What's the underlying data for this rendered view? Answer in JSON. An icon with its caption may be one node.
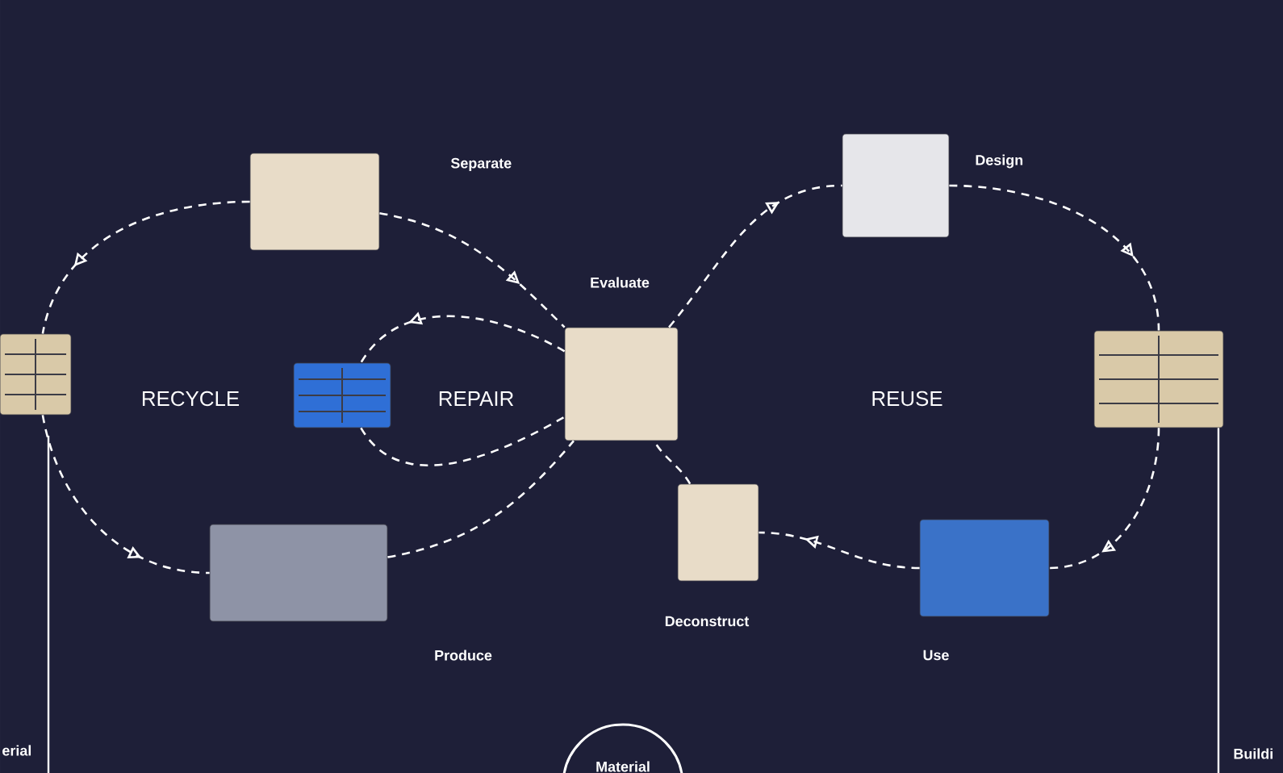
{
  "diagram": {
    "nodes": [
      {
        "text": [
          "Separate"
        ]
      },
      {
        "text": [
          "Design"
        ]
      },
      {
        "text": [
          "Evaluate"
        ]
      },
      {
        "text": [],
        "shape": "picture"
      },
      {
        "text": [],
        "shape": "picture"
      },
      {
        "text": [
          "Produce"
        ]
      },
      {
        "text": [
          "Deconstruct"
        ]
      },
      {
        "text": [
          "Use"
        ]
      },
      {
        "text": [],
        "shape": "picture"
      },
      {
        "text": [
          "Material"
        ]
      }
    ],
    "edges": [
      {
        "from": 0,
        "to": 2,
        "arrow": "to"
      },
      {
        "from": 0,
        "to": 3,
        "arrow": "to"
      },
      {
        "from": 3,
        "to": 5,
        "arrow": "to"
      },
      {
        "from": 5,
        "to": 2,
        "arrow": "none"
      },
      {
        "from": 2,
        "to": 4,
        "arrow": "to"
      },
      {
        "from": 4,
        "to": 2,
        "arrow": "none"
      },
      {
        "from": 2,
        "to": 1,
        "arrow": "to"
      },
      {
        "from": 1,
        "to": 8,
        "arrow": "to"
      },
      {
        "from": 8,
        "to": 7,
        "arrow": "to"
      },
      {
        "from": 7,
        "to": 6,
        "arrow": "to"
      },
      {
        "from": 6,
        "to": 2,
        "arrow": "none"
      }
    ],
    "labels": [
      "RECYCLE",
      "REPAIR",
      "REUSE",
      "erial",
      "Buildi"
    ]
  }
}
